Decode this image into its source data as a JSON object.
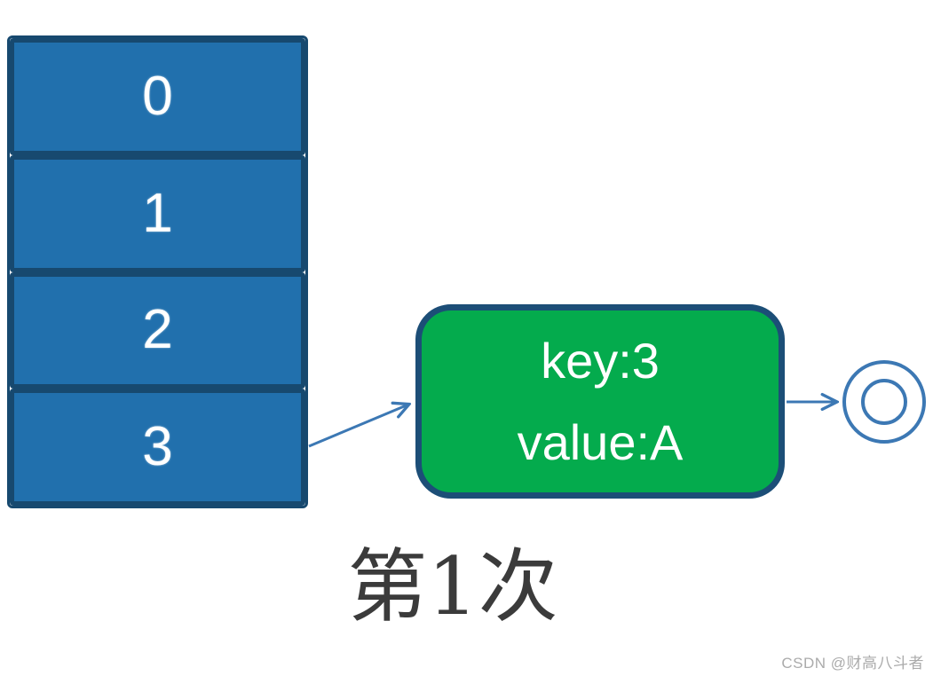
{
  "array": {
    "cells": [
      {
        "label": "0"
      },
      {
        "label": "1"
      },
      {
        "label": "2"
      },
      {
        "label": "3"
      }
    ]
  },
  "node": {
    "key_label": "key:3",
    "value_label": "value:A"
  },
  "caption": {
    "text": "第1次"
  },
  "watermark": {
    "text": "CSDN @财高八斗者"
  },
  "icons": {
    "terminal": "end-state-double-circle-icon",
    "arrows": "arrow-icon"
  },
  "colors": {
    "background": "#ffffff",
    "cell-fill": "#2170ad",
    "cell-border": "#17496f",
    "node-fill": "#04ab4d",
    "node-border": "#1c4e77",
    "arrow": "#3c78b4",
    "caption-color": "#3b3b3b",
    "watermark-color": "#ababab"
  }
}
